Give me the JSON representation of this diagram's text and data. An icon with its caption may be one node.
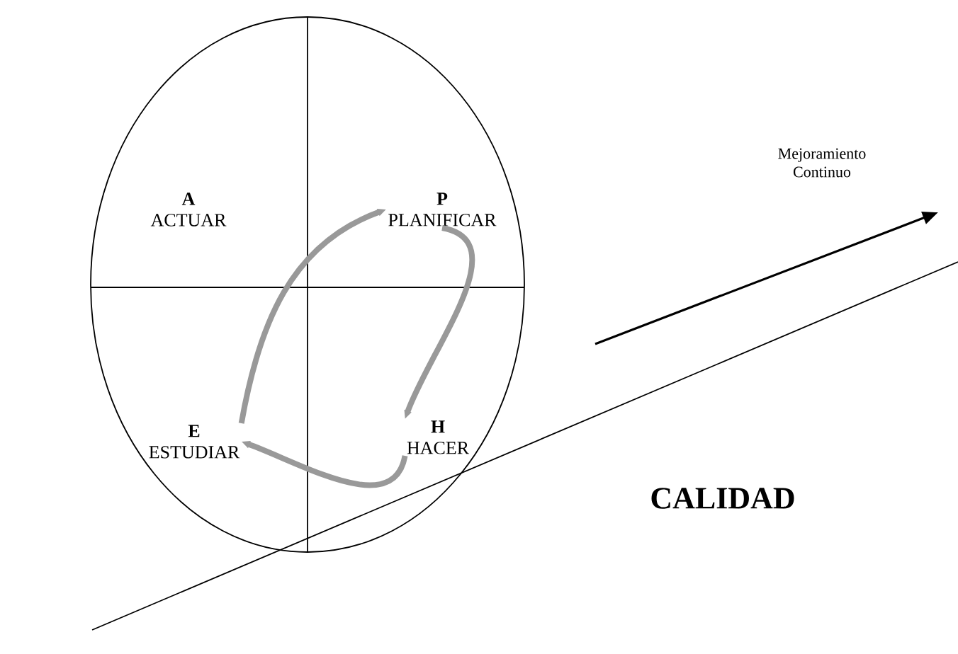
{
  "diagram": {
    "nodes": [
      {
        "text": [],
        "shape": "circle"
      },
      {
        "text": [
          "P",
          "PLANIFICAR"
        ],
        "in": 0
      },
      {
        "text": [
          "A",
          "ACTUAR"
        ],
        "in": 0
      },
      {
        "text": [
          "E",
          "ESTUDIAR"
        ],
        "in": 0
      },
      {
        "text": [
          "H",
          "HACER"
        ],
        "in": 0
      }
    ],
    "edges": [
      {
        "from": 1,
        "to": 4,
        "arrow": "to"
      },
      {
        "from": 4,
        "to": 3,
        "arrow": "to"
      },
      {
        "from": 3,
        "to": 1,
        "arrow": "to"
      }
    ],
    "labels": [
      "Mejoramiento Continuo",
      "CALIDAD"
    ]
  }
}
